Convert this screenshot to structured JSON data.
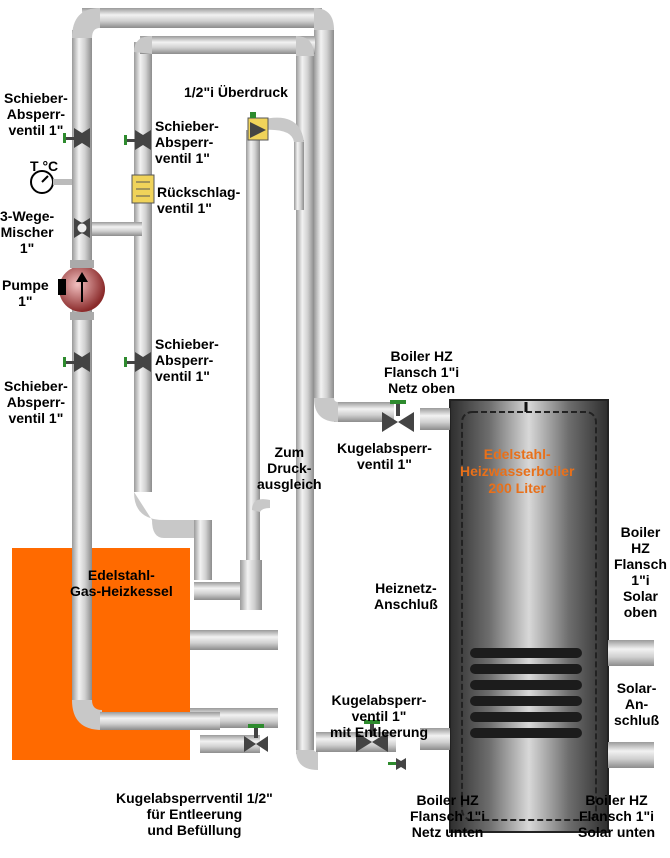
{
  "colors": {
    "pipe_light": "#dcdcdc",
    "pipe_mid": "#b4b4b4",
    "pipe_dark": "#8c8c8c",
    "kessel": "#ff6a00",
    "accent_text": "#e8701a",
    "valve_green": "#2e8b2e",
    "check_valve_yellow": "#f0d35a",
    "pump_red": "#a83a3a",
    "tank_dark": "#3a3a3a",
    "tank_light": "#d8d8d8"
  },
  "labels": {
    "schieber_left_top": "Schieber-\nAbsperr-\nventil 1\"",
    "temp": "T °C",
    "mischer": "3-Wege-\nMischer\n1\"",
    "pumpe": "Pumpe\n1\"",
    "schieber_left_bottom": "Schieber-\nAbsperr-\nventil 1\"",
    "schieber_mid_top": "Schieber-\nAbsperr-\nventil 1\"",
    "rueckschlag": "Rückschlag-\nventil 1\"",
    "schieber_mid_bottom": "Schieber-\nAbsperr-\nventil 1\"",
    "ueberdruck": "1/2\"i Überdruck",
    "druckausgleich": "Zum\nDruck-\nausgleich",
    "kessel": "Edelstahl-\nGas-Heizkessel",
    "boiler_netz_oben": "Boiler HZ\nFlansch 1\"i\nNetz oben",
    "kugel_oben": "Kugelabsperr-\nventil 1\"",
    "boiler_name": "Edelstahl-\nHeizwasserboiler\n200 Liter",
    "heiznetz": "Heiznetz-\nAnschluß",
    "solar_oben": "Boiler\nHZ\nFlansch\n1\"i\nSolar\noben",
    "solar_anschluss": "Solar-\nAn-\nschluß",
    "kugel_unten": "Kugelabsperr-\nventil 1\"\nmit Entleerung",
    "boiler_netz_unten": "Boiler HZ\nFlansch 1\"i\nNetz unten",
    "solar_unten": "Boiler HZ\nFlansch 1\"i\nSolar unten",
    "kugel_fuell": "Kugelabsperrventil 1/2\"\nfür Entleerung\nund Befüllung"
  }
}
